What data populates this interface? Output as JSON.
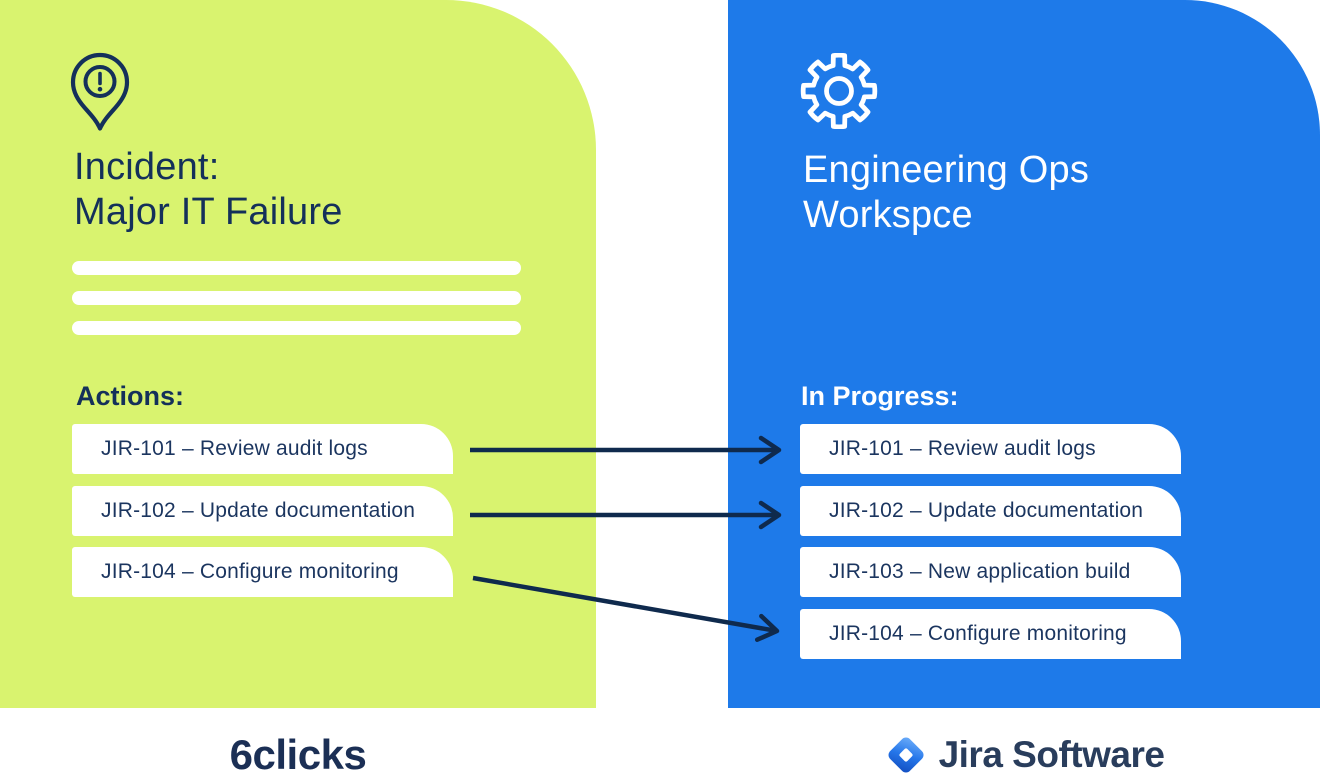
{
  "left_panel": {
    "icon": "incident-pin",
    "title_line1": "Incident:",
    "title_line2": "Major IT Failure",
    "section_label": "Actions:",
    "items": [
      {
        "id": "JIR-101",
        "label": "JIR-101 – Review audit logs"
      },
      {
        "id": "JIR-102",
        "label": "JIR-102 – Update documentation"
      },
      {
        "id": "JIR-104",
        "label": "JIR-104 – Configure monitoring"
      }
    ],
    "brand": "6clicks",
    "colors": {
      "background": "#D9F36F",
      "text": "#14305A"
    }
  },
  "right_panel": {
    "icon": "gear",
    "title_line1": "Engineering Ops",
    "title_line2": "Workspce",
    "section_label": "In Progress:",
    "items": [
      {
        "id": "JIR-101",
        "label": "JIR-101 – Review audit logs"
      },
      {
        "id": "JIR-102",
        "label": "JIR-102 – Update documentation"
      },
      {
        "id": "JIR-103",
        "label": "JIR-103 – New application build"
      },
      {
        "id": "JIR-104",
        "label": "JIR-104 – Configure monitoring"
      }
    ],
    "brand": "Jira Software",
    "colors": {
      "background": "#1E7AE9",
      "text": "#FFFFFF"
    }
  },
  "connections": [
    {
      "from": "JIR-101",
      "to": "JIR-101"
    },
    {
      "from": "JIR-102",
      "to": "JIR-102"
    },
    {
      "from": "JIR-104",
      "to": "JIR-104"
    }
  ],
  "colors": {
    "arrow": "#0F2A4D",
    "pill_background": "#FFFFFF",
    "pill_text": "#1B355F"
  }
}
